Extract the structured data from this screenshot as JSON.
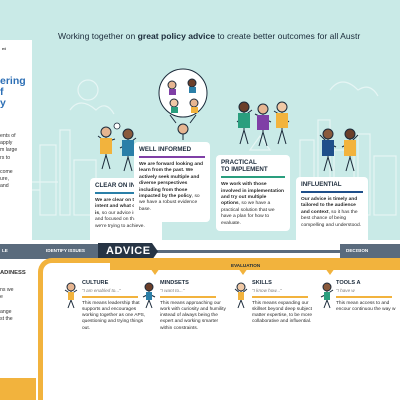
{
  "header": {
    "headline_pre": "Working together on ",
    "headline_bold": "great policy advice",
    "headline_post": " to create better outcomes for all Austr"
  },
  "left_panel": {
    "fragment_top": "nt",
    "title_lines": [
      "ering",
      "f",
      "y"
    ],
    "body_lines": [
      "ents of",
      "apply",
      "m large",
      "rs to",
      "",
      "come",
      "ure,",
      "and"
    ],
    "lower_title": "ADINESS",
    "lower_lines": [
      "ns we",
      "e",
      "",
      "ange",
      "st the"
    ]
  },
  "cards": [
    {
      "title": "CLEAR ON INTENT",
      "accent": "#2a7fa8",
      "text_bold": "We are clear on the policy intent and what our role is",
      "text_rest": ", so our advice is relevant and focused on the outcome we're trying to achieve."
    },
    {
      "title": "WELL INFORMED",
      "accent": "#7f3fa6",
      "text_bold": "We are forward looking and learn from the past. We actively seek multiple and diverse perspectives including from those impacted by the policy",
      "text_rest": ", so we have a robust evidence base."
    },
    {
      "title_line1": "PRACTICAL",
      "title_line2": "TO IMPLEMENT",
      "accent": "#2a9e7e",
      "text_bold": "We work with those involved in implementation and try out multiple options",
      "text_rest": ", so we have a practical solution that we have a plan for how to evaluate."
    },
    {
      "title": "INFLUENTIAL",
      "accent": "#1f4f8a",
      "text_bold": "Our advice is timely and tailored to the audience and context",
      "text_rest": ", so it has the best chance of being compelling and understood."
    }
  ],
  "process": {
    "left_label": "LE",
    "identify_label": "IDENTIFY ISSUES",
    "advice_label": "ADVICE",
    "decision_label": "DECISION",
    "evaluation_label": "EVALUATION"
  },
  "columns": [
    {
      "title": "CULTURE",
      "quote": "\"I am enabled to...\"",
      "text": "This means leadership that supports and encourages working together as one APS, questioning and trying things out."
    },
    {
      "title": "MINDSETS",
      "quote": "\"I want to...\"",
      "text": "This means approaching our work with curiosity and humility instead of always being the expert and working smarter within constraints."
    },
    {
      "title": "SKILLS",
      "quote": "\"I know how...\"",
      "text": "This means expanding our skillset beyond deep subject matter expertise, to be more collaborative and influential."
    },
    {
      "title": "TOOLS A",
      "quote": "\"I have w",
      "text": "This mean access to and encour continuou the way w"
    }
  ],
  "colors": {
    "sky": "#c9eae7",
    "band": "#5a6b7d",
    "band_dark": "#263444",
    "yellow": "#f2b33d",
    "left_title": "#2d6fb5"
  }
}
